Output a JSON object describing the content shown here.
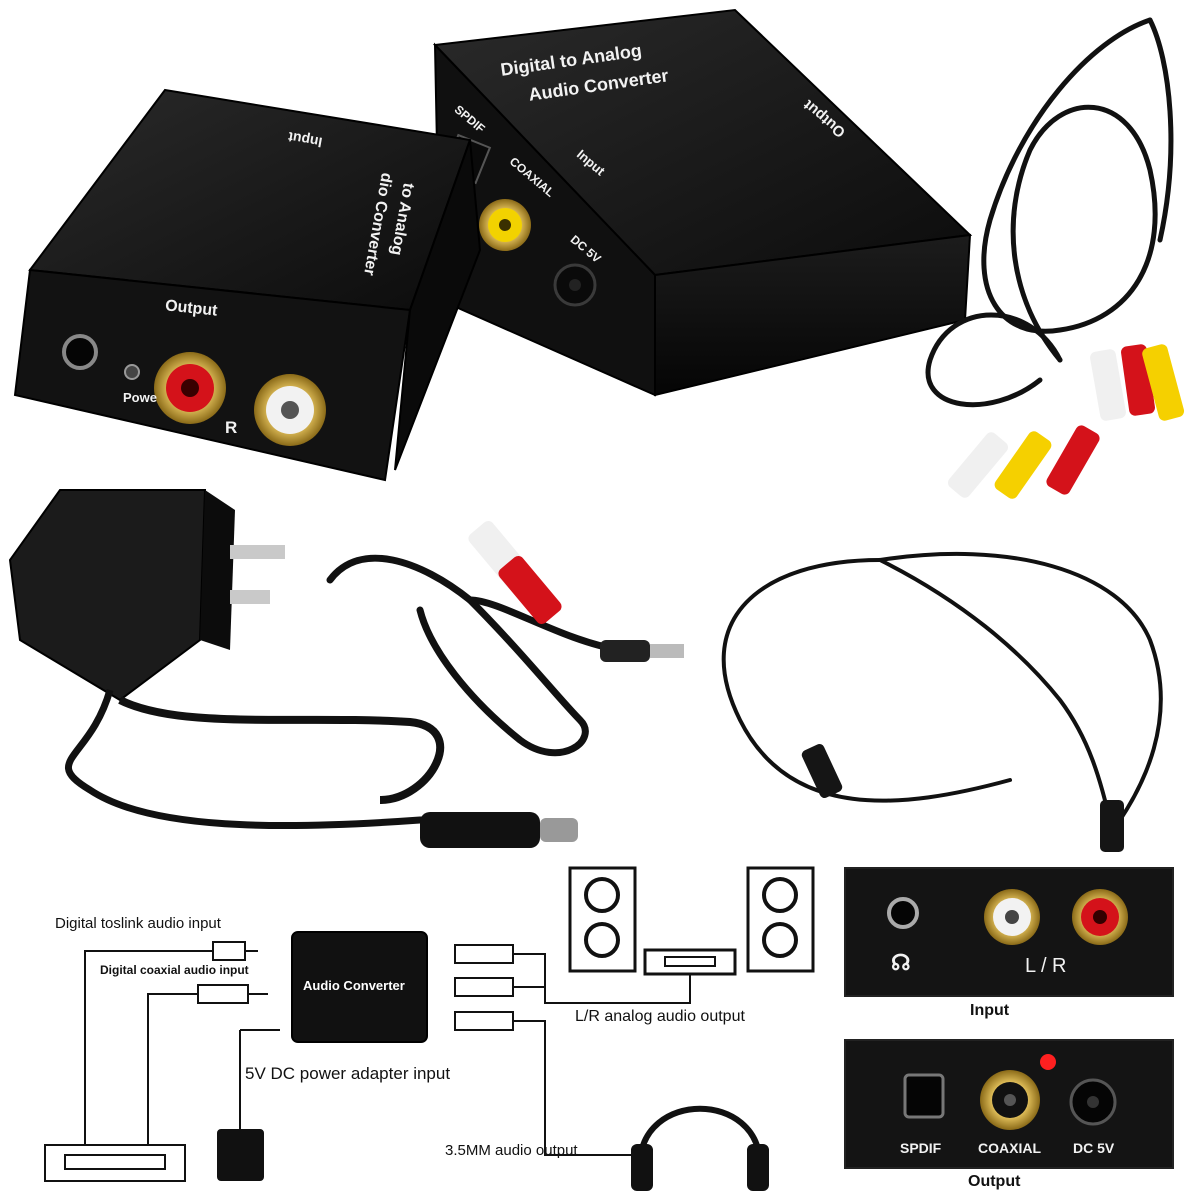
{
  "device_back": {
    "title_line1": "Digital to Analog",
    "title_line2": "Audio Converter",
    "port_spdif": "SPDIF",
    "port_coaxial": "COAXIAL",
    "port_input": "Input",
    "port_dc": "DC 5V",
    "side_output": "Output"
  },
  "device_front": {
    "top_input": "Input",
    "top_line1": "to Analog",
    "top_line2": "dio Converter",
    "output_label": "Output",
    "power_label": "Powe",
    "right_label": "R"
  },
  "diagram": {
    "toslink_input": "Digital  toslink audio input",
    "coaxial_input": "Digital  coaxial audio input",
    "converter_label": "Audio Converter",
    "lr_output": "L/R analog audio output",
    "dc_input": "5V DC power adapter input",
    "mm_output": "3.5MM audio output"
  },
  "panel_top": {
    "headphone_glyph": "☊",
    "lr_label": "L  /  R",
    "caption": "Input"
  },
  "panel_bottom": {
    "spdif": "SPDIF",
    "coaxial": "COAXIAL",
    "dc": "DC 5V",
    "caption": "Output"
  },
  "colors": {
    "device_body": "#141414",
    "rca_red": "#d4121a",
    "rca_white": "#f0f0f0",
    "rca_yellow": "#f5d000",
    "gold": "#c9a13a",
    "led_red": "#ff2020"
  }
}
